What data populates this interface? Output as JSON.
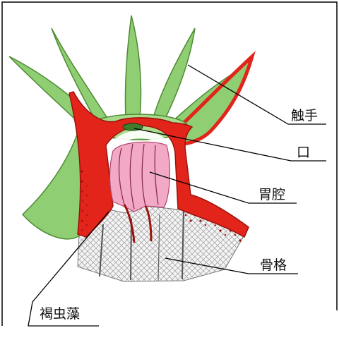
{
  "labels": {
    "tentacle": "触手",
    "mouth": "口",
    "gastric_cavity": "胃腔",
    "skeleton": "骨格",
    "zooxanthellae": "褐虫藻"
  },
  "colors": {
    "tentacle_green": "#8fce72",
    "tentacle_dark": "#4e8a34",
    "tissue_red": "#e2241b",
    "tissue_dark": "#9c120c",
    "cavity_pink": "#f2a9c6",
    "skeleton_grey": "#bdbdbd",
    "frame": "#000000"
  }
}
